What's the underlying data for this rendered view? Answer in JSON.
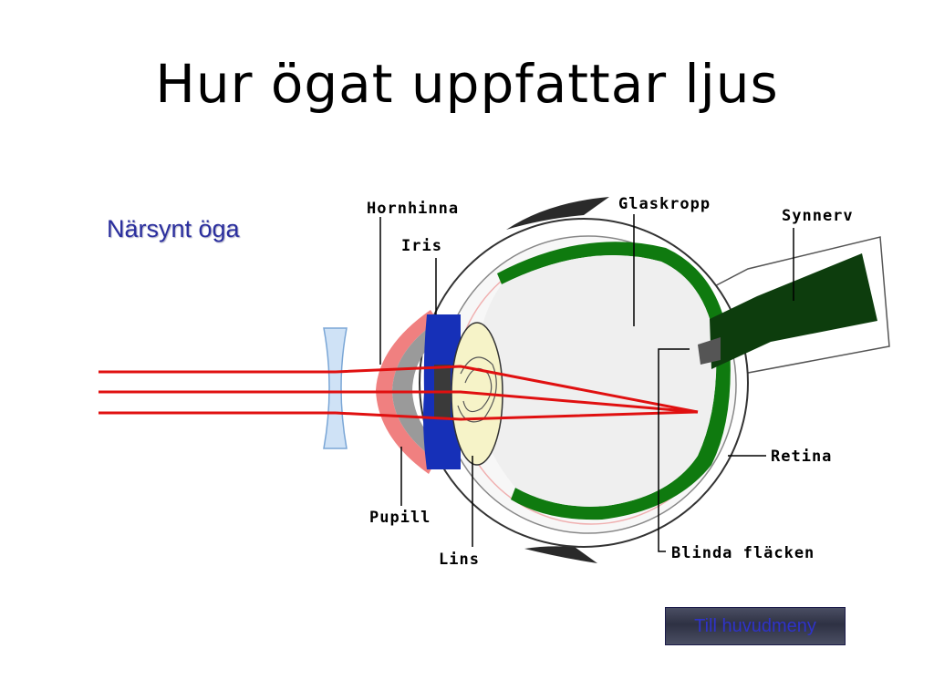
{
  "slide": {
    "title": "Hur ögat uppfattar ljus",
    "subtitle": "Närsynt öga"
  },
  "diagram": {
    "labels": {
      "hornhinna": "Hornhinna",
      "iris": "Iris",
      "glaskropp": "Glaskropp",
      "synnerv": "Synnerv",
      "retina": "Retina",
      "pupill": "Pupill",
      "lins": "Lins",
      "blinda_flacken": "Blinda fläcken"
    },
    "colors": {
      "light_rays": "#e01010",
      "retina": "#0f7a0f",
      "optic_nerve": "#0d3d0d",
      "iris": "#1630b8",
      "lens": "#f6f3c8",
      "cornea": "#f08080",
      "corrective_lens": "#cfe2f6"
    }
  },
  "nav": {
    "main_menu_label": "Till huvudmeny"
  }
}
